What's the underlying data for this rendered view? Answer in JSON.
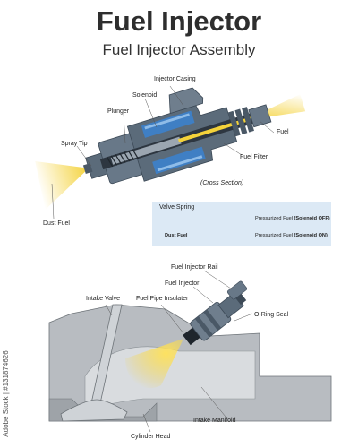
{
  "header": {
    "title": "Fuel Injector",
    "subtitle": "Fuel Injector Assembly"
  },
  "top_labels": {
    "injector_casing": "Injector Casing",
    "solenoid": "Solenoid",
    "plunger": "Plunger",
    "spray_tip": "Spray Tip",
    "fuel": "Fuel",
    "fuel_filter": "Fuel Filter",
    "cross_section": "(Cross Section)",
    "dust_fuel": "Dust Fuel"
  },
  "legend": {
    "valve_spring": "Valve Spring",
    "dust_fuel": "Dust Fuel",
    "off_prefix": "Pressurized Fuel",
    "off_state": "(Solenoid OFF)",
    "on_prefix": "Pressurized Fuel",
    "on_state": "(Solenoid ON)"
  },
  "bottom_labels": {
    "fuel_injector_rail": "Fuel Injector Rail",
    "fuel_injector": "Fuel Injector",
    "intake_valve": "Intake Valve",
    "fuel_pipe_insulater": "Fuel Pipe Insulater",
    "o_ring_seal": "O-Ring Seal",
    "intake_manifold": "Intake Manifold",
    "cylinder_head": "Cylinder Head"
  },
  "stock_id": "Adobe Stock | #131874626",
  "colors": {
    "casing": "#5b6b7a",
    "casing_dark": "#3d4a57",
    "solenoid": "#3f7fc4",
    "fuel_spray": "#f4d23a",
    "engine_block": "#b8bcc1",
    "legend_bg": "#dce9f5"
  }
}
